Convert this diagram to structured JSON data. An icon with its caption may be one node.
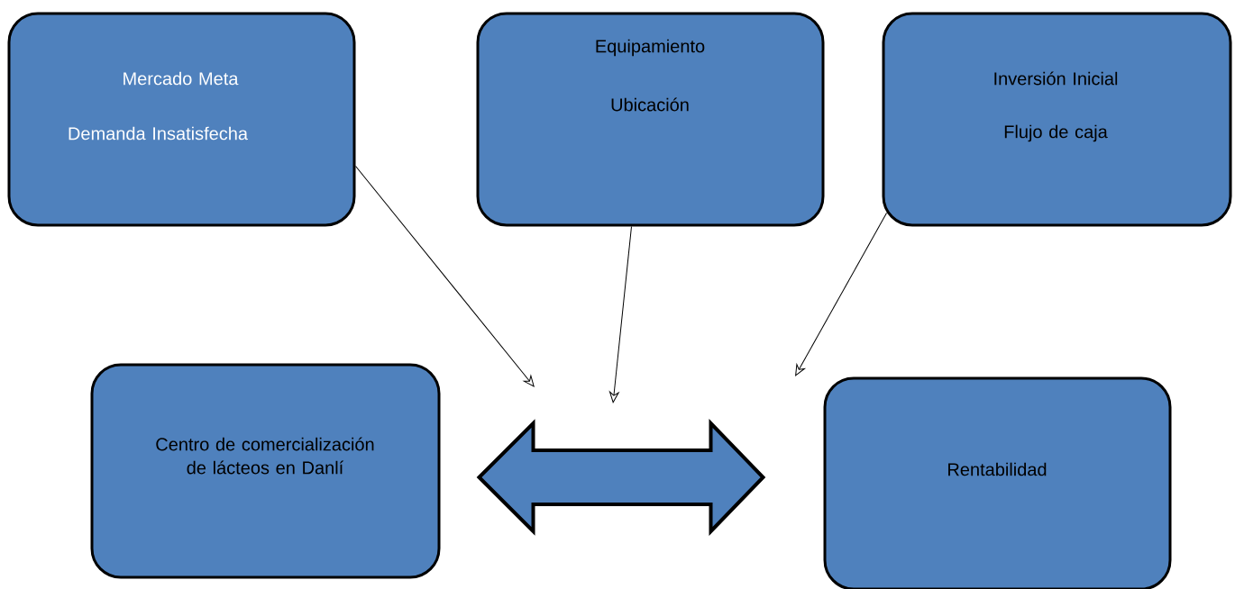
{
  "diagram": {
    "nodes": [
      {
        "text": [
          "Mercado Meta",
          "Demanda Insatisfecha"
        ]
      },
      {
        "text": [
          "Equipamiento",
          "Ubicación"
        ]
      },
      {
        "text": [
          "Inversión Inicial",
          "Flujo de caja"
        ]
      },
      {
        "text": [
          "Centro de comercialización de lácteos en Danlí"
        ]
      },
      {
        "text": [
          "Rentabilidad"
        ]
      }
    ],
    "edges": [
      {
        "from": 0,
        "to": null,
        "arrow": "to"
      },
      {
        "from": 1,
        "to": null,
        "arrow": "to"
      },
      {
        "from": 2,
        "to": null,
        "arrow": "to"
      },
      {
        "from": 3,
        "to": 4,
        "arrow": "both",
        "style": "thick"
      }
    ]
  }
}
